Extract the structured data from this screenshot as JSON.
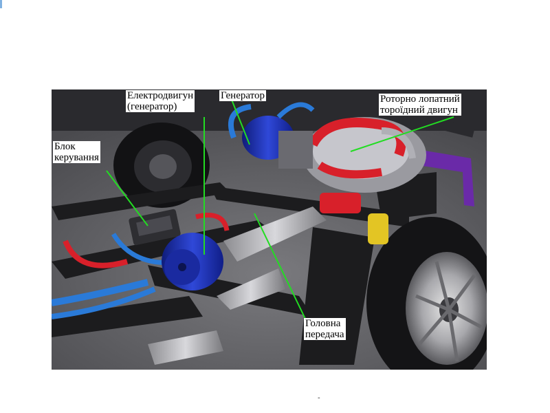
{
  "labels": {
    "motor_line1": "Електродвигун",
    "motor_line2": "(генератор)",
    "generator": "Генератор",
    "engine_line1": "Роторно лопатний",
    "engine_line2": "тороїдний двигун",
    "control_line1": "Блок",
    "control_line2": "керування",
    "final_drive_line1": "Головна",
    "final_drive_line2": "передача"
  },
  "footer": {
    "mark": "-"
  },
  "colors": {
    "pointer": "#22dd22",
    "frame": "#1c1c1e",
    "motor_blue": "#1c2fa8",
    "hose_red": "#d8202a",
    "hose_blue": "#2a7ad8",
    "carpet": "#6d6d72"
  }
}
